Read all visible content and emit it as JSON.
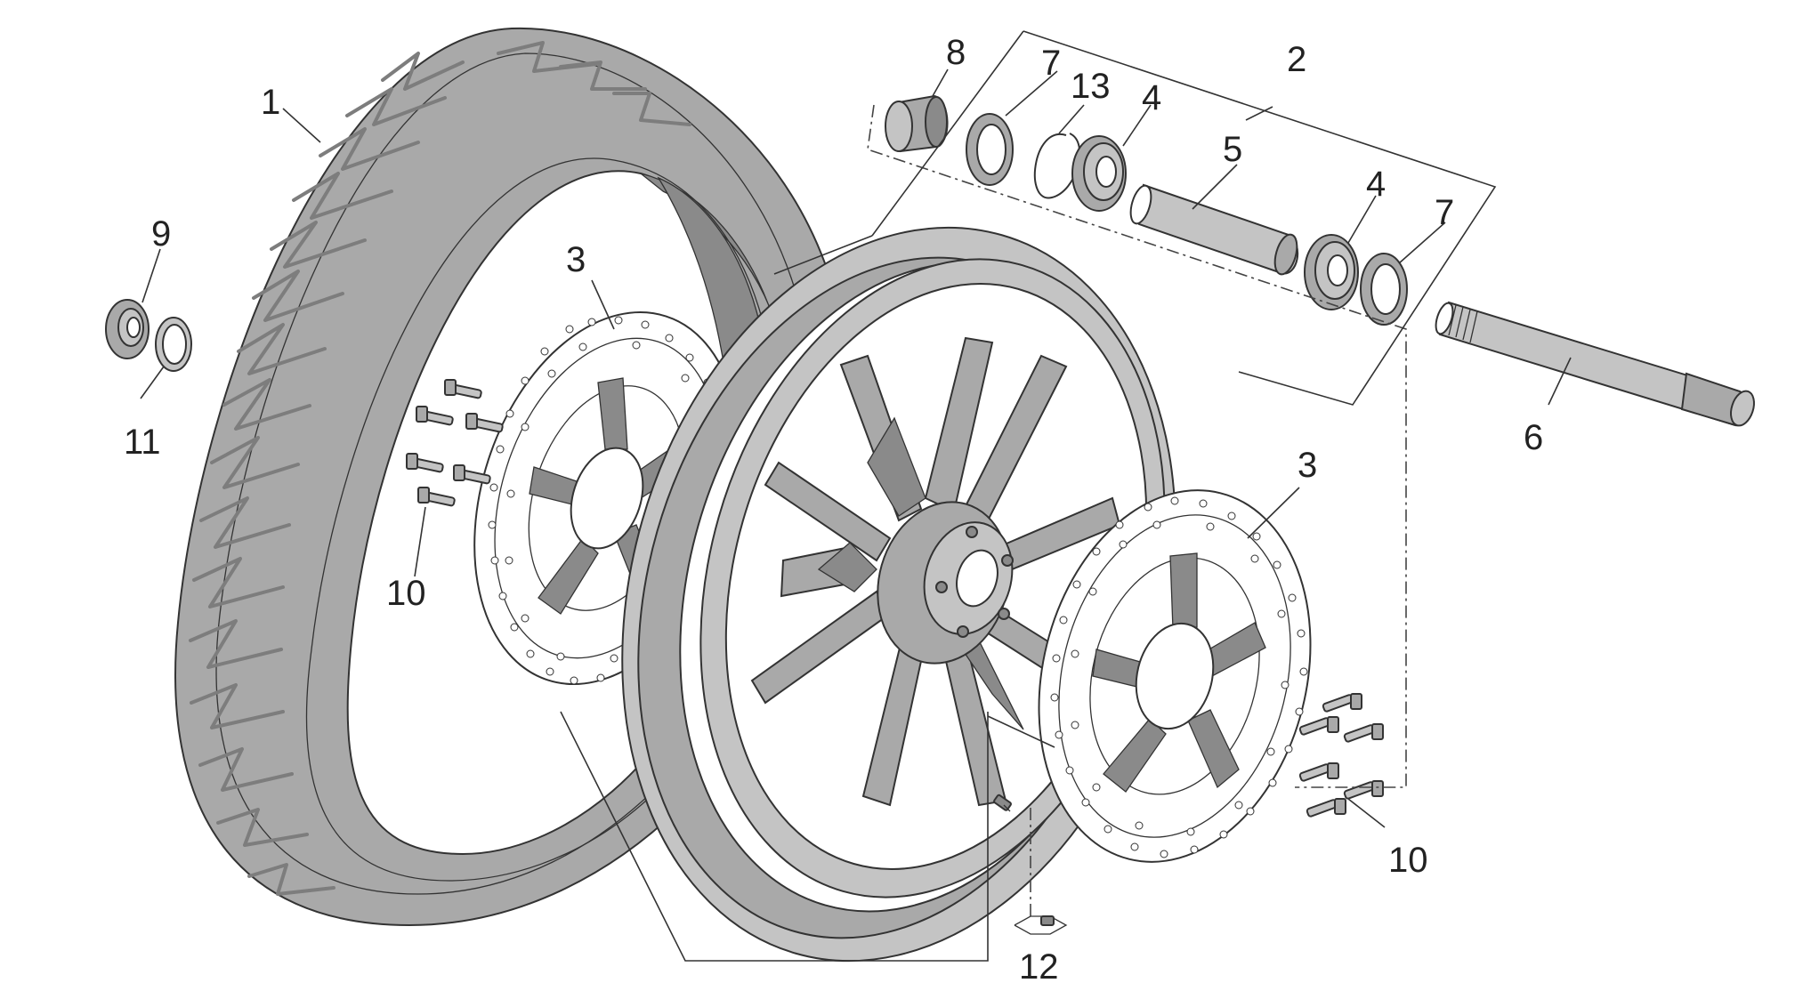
{
  "diagram": {
    "callouts": {
      "p1": "1",
      "p2": "2",
      "p3a": "3",
      "p3b": "3",
      "p4a": "4",
      "p4b": "4",
      "p5": "5",
      "p6": "6",
      "p7a": "7",
      "p7b": "7",
      "p8": "8",
      "p9": "9",
      "p10a": "10",
      "p10b": "10",
      "p11": "11",
      "p12": "12",
      "p13": "13"
    },
    "colors": {
      "part_fill": "#a9a9a9",
      "part_light": "#c4c4c4",
      "part_dark": "#8a8a8a",
      "outline": "#333333",
      "background": "#ffffff"
    }
  }
}
